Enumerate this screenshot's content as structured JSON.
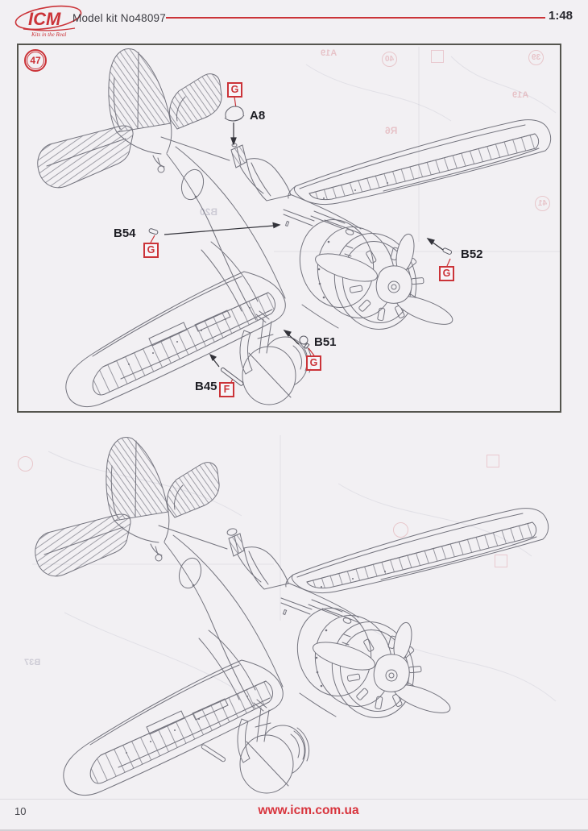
{
  "header": {
    "brand": "ICM",
    "tagline": "Kits in the Real",
    "title": "Model kit No48097",
    "scale": "1:48"
  },
  "step": {
    "number": "47",
    "callouts": [
      {
        "part": "A8",
        "finish": "G"
      },
      {
        "part": "B54",
        "finish": "G"
      },
      {
        "part": "B52",
        "finish": "G"
      },
      {
        "part": "B51",
        "finish": "G"
      },
      {
        "part": "B45",
        "finish": "F"
      }
    ]
  },
  "bleedthrough": {
    "a19_top": "A19",
    "n40": "40",
    "n39": "39",
    "a19_mid": "A19",
    "r6": "R6",
    "n41": "41",
    "b20": "B20",
    "b37": "B37"
  },
  "footer": {
    "page_number": "10",
    "website": "www.icm.com.ua"
  },
  "colors": {
    "accent_red": "#cb3338",
    "line_gray": "#74747e",
    "ink": "#222228"
  }
}
